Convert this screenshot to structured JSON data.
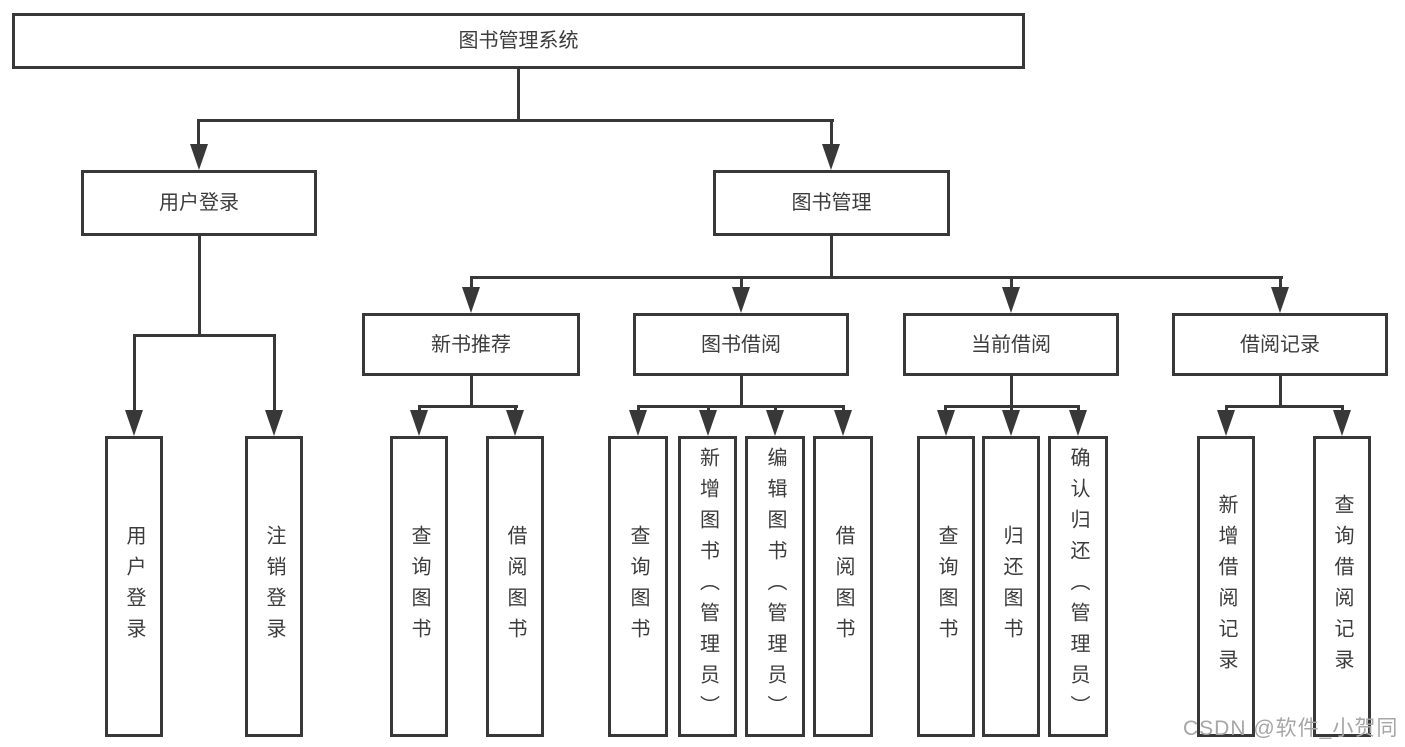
{
  "tree": {
    "root": {
      "label": "图书管理系统"
    },
    "branches": [
      {
        "label": "用户登录",
        "leaves": [
          "用户登录",
          "注销登录"
        ]
      },
      {
        "label": "图书管理",
        "groups": [
          {
            "label": "新书推荐",
            "leaves": [
              "查询图书",
              "借阅图书"
            ]
          },
          {
            "label": "图书借阅",
            "leaves": [
              "查询图书",
              "新增图书（管理员）",
              "编辑图书（管理员）",
              "借阅图书"
            ]
          },
          {
            "label": "当前借阅",
            "leaves": [
              "查询图书",
              "归还图书",
              "确认归还（管理员）"
            ]
          },
          {
            "label": "借阅记录",
            "leaves": [
              "新增借阅记录",
              "查询借阅记录"
            ]
          }
        ]
      }
    ]
  },
  "watermark": "CSDN @软件_小贺同学",
  "colors": {
    "line": "#383838",
    "text": "#3c3c3c",
    "background": "#ffffff",
    "watermark": "#a6a6a6"
  }
}
